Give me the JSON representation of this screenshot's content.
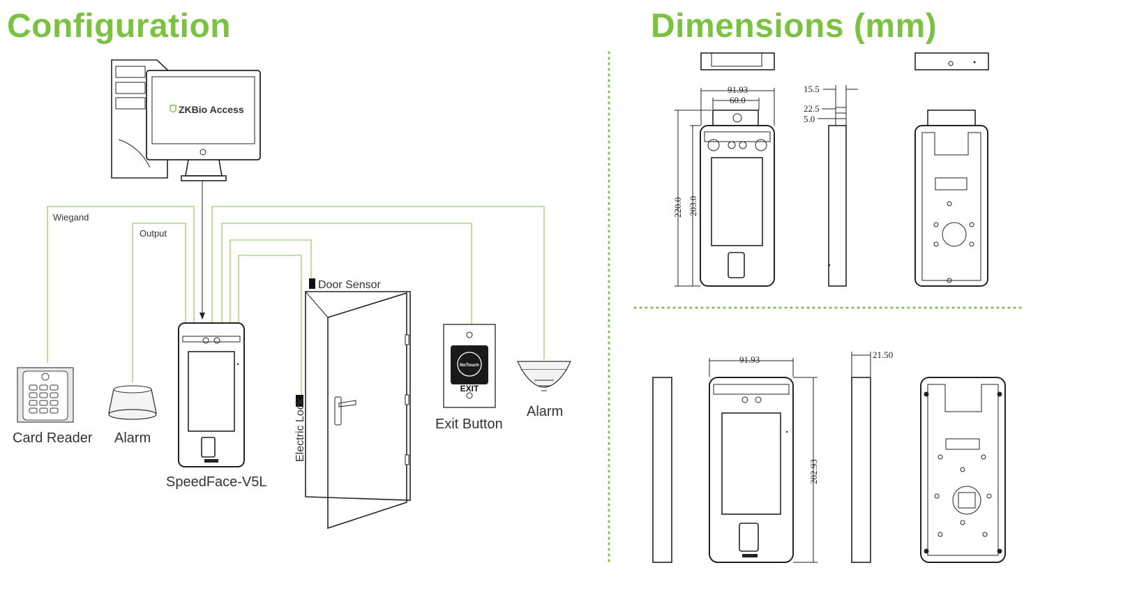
{
  "configuration": {
    "title": "Configuration",
    "software": "ZKBio Access",
    "line_labels": {
      "wiegand": "Wiegand",
      "output": "Output"
    },
    "devices": {
      "card_reader": "Card Reader",
      "alarm_left": "Alarm",
      "terminal": "SpeedFace-V5L",
      "door_sensor": "Door Sensor",
      "electric_lock": "Electric Lock",
      "exit_button": "Exit Button",
      "exit_button_text": "EXIT",
      "exit_button_face": "NoTouch",
      "alarm_right": "Alarm"
    }
  },
  "dimensions": {
    "title": "Dimensions (mm)",
    "upper": {
      "width_outer": "91.93",
      "width_camera": "60.0",
      "height_total": "220.0",
      "height_body": "203.0",
      "cam_depth": "15.5",
      "cam_height": "22.5",
      "cam_offset": "5.0"
    },
    "lower": {
      "width": "91.93",
      "depth": "21.50",
      "height": "202.93"
    }
  },
  "colors": {
    "accent": "#7cc242",
    "wire": "#9ccc70",
    "line": "#222222"
  }
}
